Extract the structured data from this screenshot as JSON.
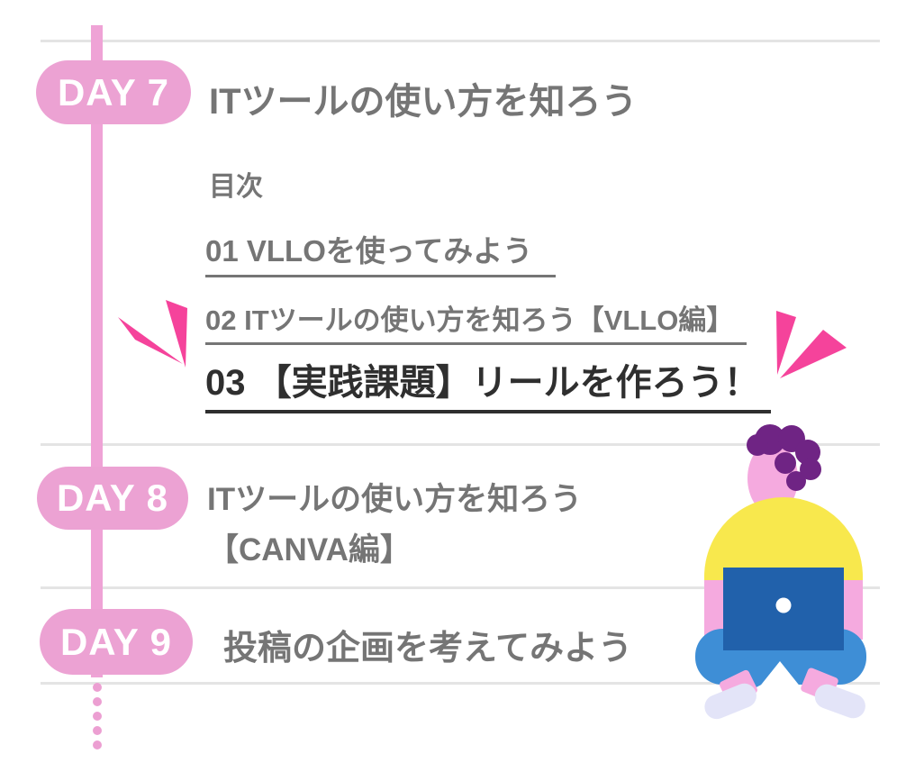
{
  "colors": {
    "badge_pink": "#eca2d3",
    "timeline_pink": "#efa3d6",
    "spark_pink": "#f5439b",
    "text_gray": "#757575",
    "text_dark": "#2f2f2f",
    "divider_gray": "#e4e4e4",
    "illustration": {
      "hair_purple": "#6f2484",
      "skin_pink": "#f5aadf",
      "sweater_yellow": "#f8e84d",
      "laptop_blue": "#2161ab",
      "pants_blue": "#3e8ed6",
      "shoe_lavender": "#e3e4f8",
      "laptop_logo_white": "#ffffff"
    }
  },
  "timeline": {
    "days": [
      {
        "badge": "DAY 7",
        "title": "ITツールの使い方を知ろう",
        "toc_heading": "目次",
        "toc_items": [
          {
            "label": "01 VLLOを使ってみよう"
          },
          {
            "label": "02 ITツールの使い方を知ろう【VLLO編】"
          },
          {
            "label": "03 【実践課題】リールを作ろう！"
          }
        ]
      },
      {
        "badge": "DAY 8",
        "title_line1": "ITツールの使い方を知ろう",
        "title_line2": "【CANVA編】"
      },
      {
        "badge": "DAY 9",
        "title": "投稿の企画を考えてみよう"
      }
    ]
  },
  "illustration": {
    "name": "person-sitting-cross-legged-with-laptop"
  }
}
